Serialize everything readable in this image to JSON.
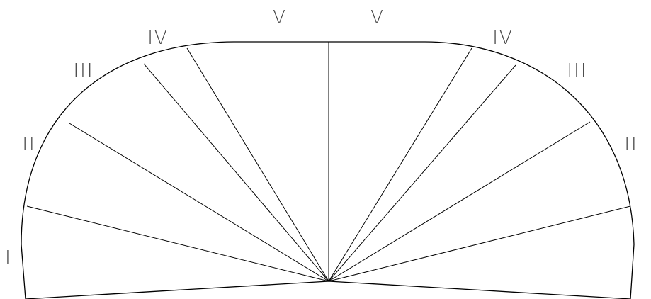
{
  "diagram": {
    "zones": [
      "I",
      "II",
      "III",
      "IV",
      "V"
    ],
    "labels": {
      "left": [
        "I",
        "II",
        "III",
        "IV",
        "V"
      ],
      "right": [
        "V",
        "IV",
        "III",
        "II"
      ]
    },
    "colors": {
      "line": "#000000",
      "label": "#4a4a4a",
      "background": "#ffffff"
    }
  }
}
